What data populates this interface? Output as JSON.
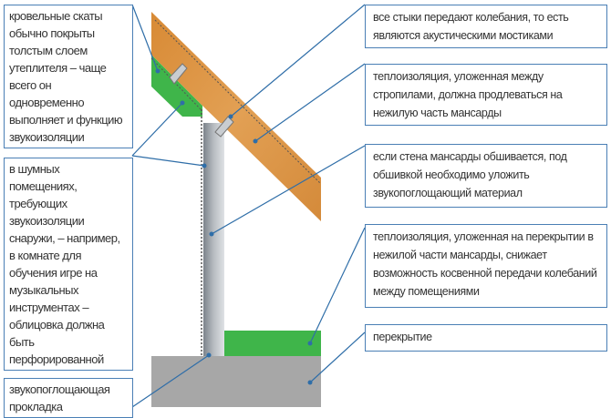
{
  "colors": {
    "leader": "#2f6ea8",
    "wood": "#d9923f",
    "insulation": "#3fb54a",
    "concrete": "#a6a6a6",
    "metal": "#8d939a"
  },
  "left_callouts": [
    {
      "text": "кровельные скаты обычно покрыты толстым слоем утеплителя – чаще всего он одновременно выполняет и функцию звукоизоляции"
    },
    {
      "text": "в шумных помещениях, требующих звукоизоляции снаружи, – например, в комнате для обучения игре на музыкальных инструментах – облицовка должна быть перфорированной"
    },
    {
      "text": "звукопоглощающая прокладка"
    }
  ],
  "right_callouts": [
    {
      "text": "все стыки передают колебания, то есть являются акустическими мостиками"
    },
    {
      "text": "теплоизоляция, уложенная между стропилами, должна продлеваться на нежилую часть мансарды"
    },
    {
      "text": "если стена мансарды обшивается, под обшивкой необходимо уложить звукопоглощающий материал"
    },
    {
      "text": "теплоизоляция, уложенная на перекрытии в нежилой части мансарды, снижает возможность косвенной передачи колебаний между помещениями"
    },
    {
      "text": "перекрытие"
    }
  ]
}
